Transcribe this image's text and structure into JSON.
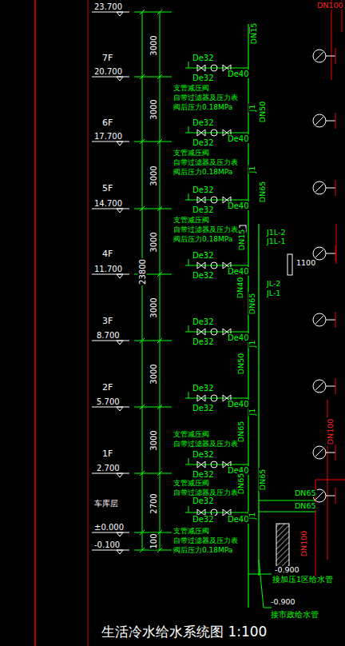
{
  "diagram": {
    "title": "生活冷水给水系统图 1:100",
    "labels": [
      "23.700",
      "7F",
      "20.700",
      "6F",
      "17.700",
      "5F",
      "14.700",
      "4F",
      "11.700",
      "3F",
      "8.700",
      "2F",
      "5.700",
      "1F",
      "2.700",
      "车库层",
      "±0.000",
      "-0.100",
      "3000",
      "3000",
      "3000",
      "3000",
      "3000",
      "3000",
      "3000",
      "2700",
      "100",
      "23800",
      "De32",
      "De32",
      "De40",
      "De32",
      "De32",
      "De40",
      "De32",
      "De32",
      "De40",
      "De32",
      "De32",
      "De40",
      "De32",
      "De32",
      "De40",
      "De32",
      "De32",
      "De40",
      "De32",
      "De32",
      "De40",
      "De32",
      "De32",
      "De40",
      "支管减压阀",
      "自带过滤器及压力表",
      "阀后压力0.18MPa",
      "支管减压阀",
      "自带过滤器及压力表",
      "阀后压力0.18MPa",
      "支管减压阀",
      "自带过滤器及压力表",
      "阀后压力0.18MPa",
      "支管减压阀",
      "自带过滤器及压力表",
      "支管减压阀",
      "自带过滤器及压力表",
      "支管减压阀",
      "自带过滤器及压力表",
      "阀后压力0.18MPa",
      "DN15",
      "J1",
      "DN50",
      "J1",
      "DN65",
      "DN15",
      "J1L-2",
      "J1L-1",
      "DN40",
      "DN65",
      "JL-2",
      "JL-1",
      "J1",
      "DN50",
      "J1",
      "DN65",
      "DN65",
      "J1",
      "DN65",
      "DN65",
      "DN65",
      "DN100",
      "DN100",
      "DN100",
      "1100",
      "-0.900",
      "接加压1区给水管",
      "-0.900",
      "接市政给水管"
    ]
  }
}
